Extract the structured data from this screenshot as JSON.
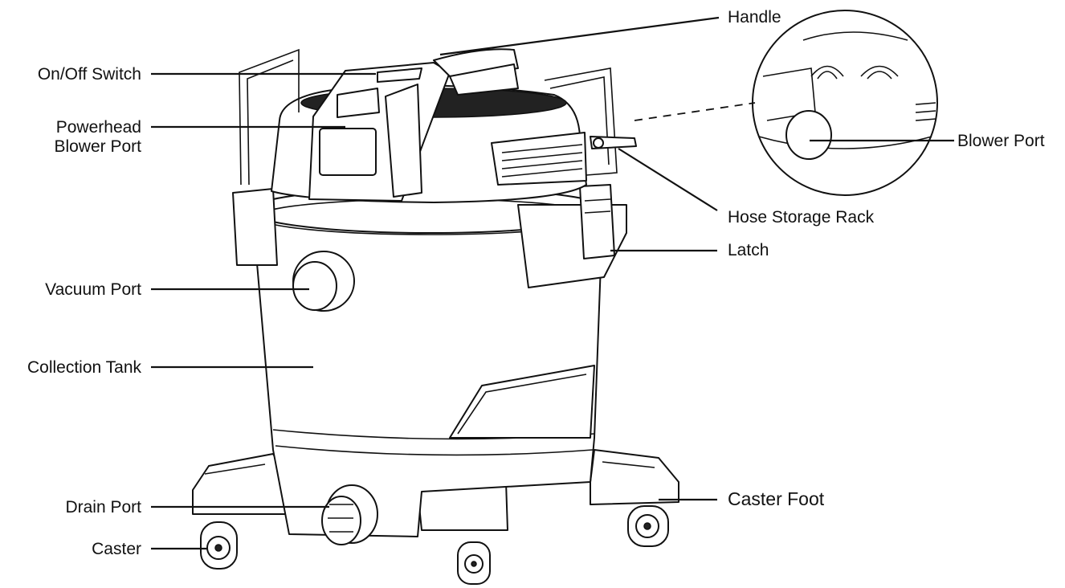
{
  "labels": {
    "handle": "Handle",
    "on_off_switch": "On/Off Switch",
    "powerhead_line1": "Powerhead",
    "powerhead_line2": "Blower Port",
    "blower_port": "Blower Port",
    "hose_storage_rack": "Hose Storage Rack",
    "latch": "Latch",
    "vacuum_port": "Vacuum Port",
    "collection_tank": "Collection Tank",
    "caster_foot": "Caster Foot",
    "drain_port": "Drain Port",
    "caster": "Caster"
  },
  "colors": {
    "line": "#111111",
    "background": "#ffffff"
  }
}
